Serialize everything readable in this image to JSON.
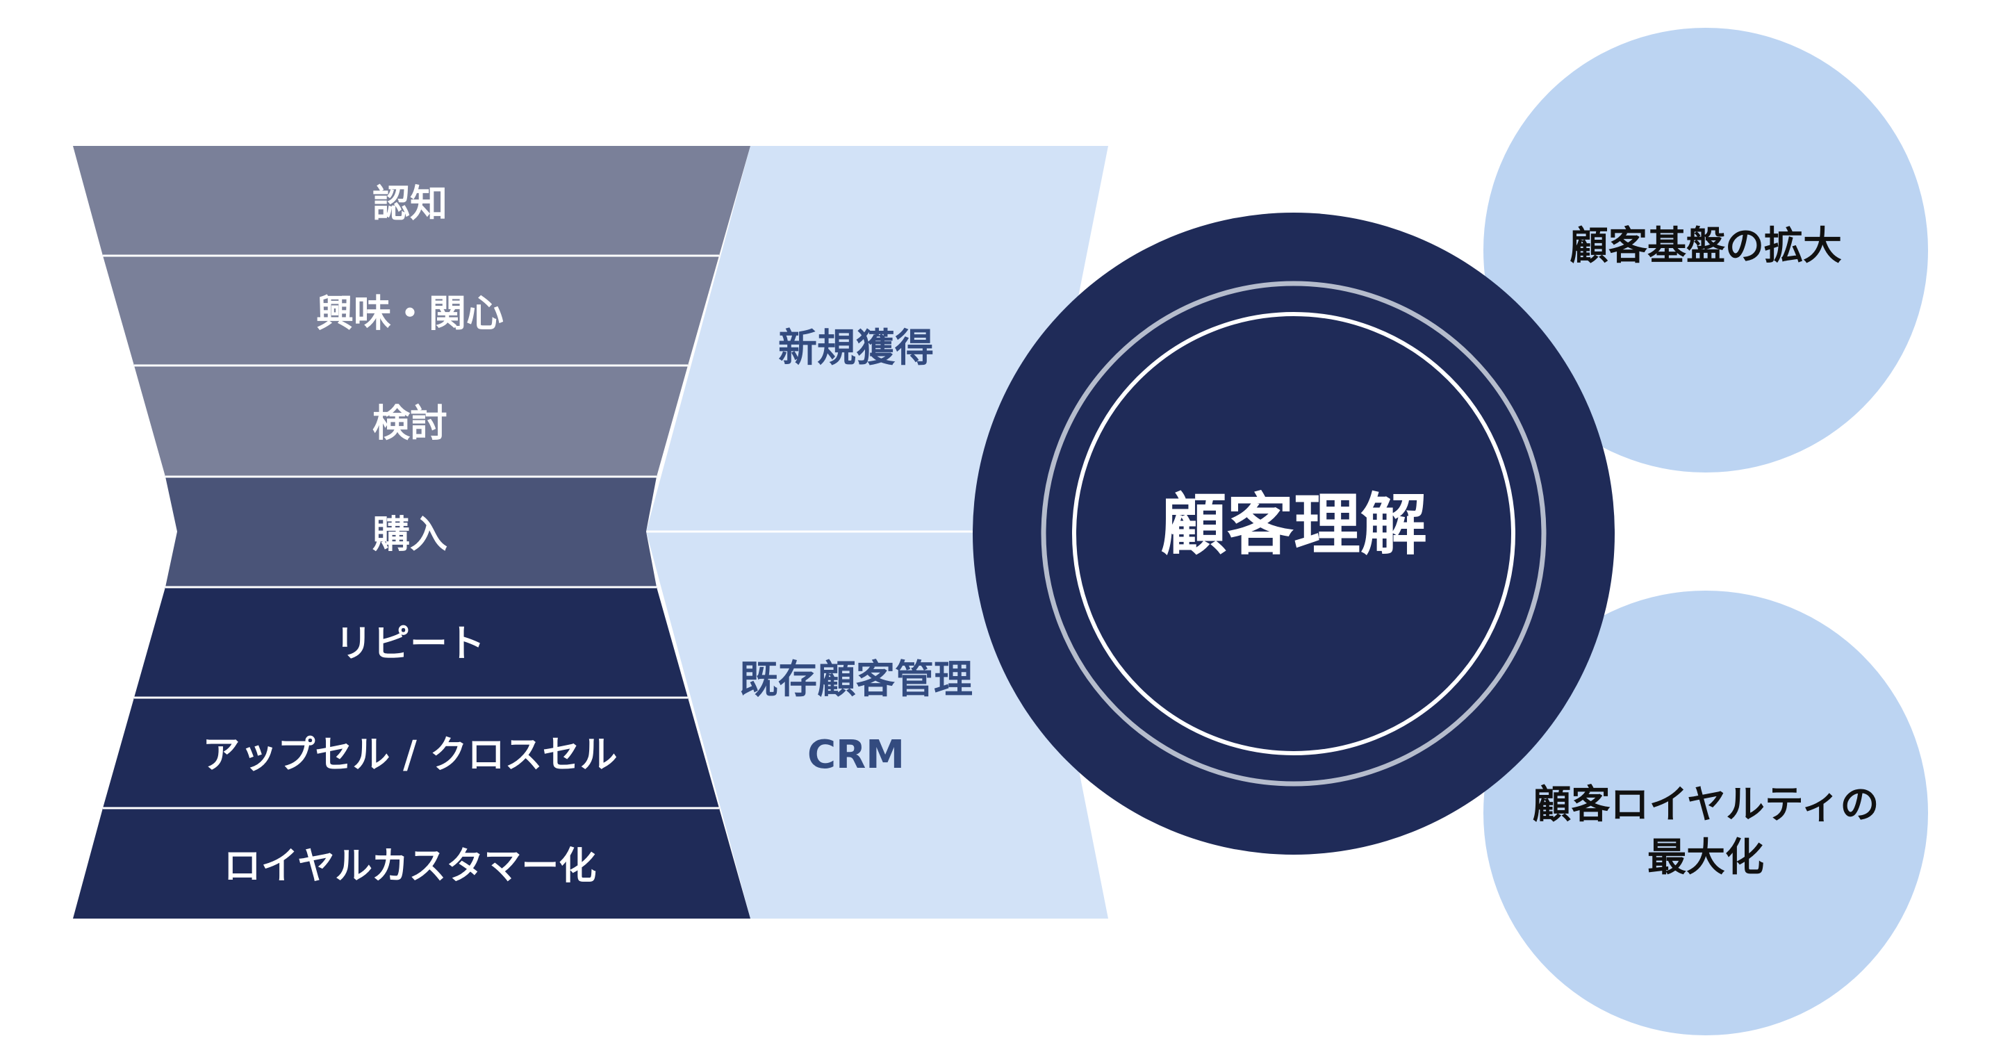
{
  "funnel": {
    "stages": [
      {
        "label": "認知"
      },
      {
        "label": "興味・関心"
      },
      {
        "label": "検討"
      },
      {
        "label": "購入"
      },
      {
        "label": "リピート"
      },
      {
        "label": "アップセル / クロスセル"
      },
      {
        "label": "ロイヤルカスタマー化"
      }
    ]
  },
  "phases": {
    "acquisition": {
      "label": "新規獲得"
    },
    "retention": {
      "label": "既存顧客管理",
      "sublabel": "CRM"
    }
  },
  "center": {
    "label": "顧客理解"
  },
  "goals": [
    {
      "lines": [
        "顧客基盤の拡大"
      ]
    },
    {
      "lines": [
        "顧客ロイヤルティの",
        "最大化"
      ]
    }
  ],
  "colors": {
    "stage_light": "#7a8099",
    "stage_mid": "#4a5478",
    "stage_dark": "#1f2b58",
    "phase_bg": "#d2e2f7",
    "phase_text": "#334b7f",
    "center_fill": "#1f2b58",
    "ring_outer": "#b5bccc",
    "ring_inner": "#ffffff",
    "goal_fill": "#bcd4f2",
    "goal_text": "#111111"
  }
}
